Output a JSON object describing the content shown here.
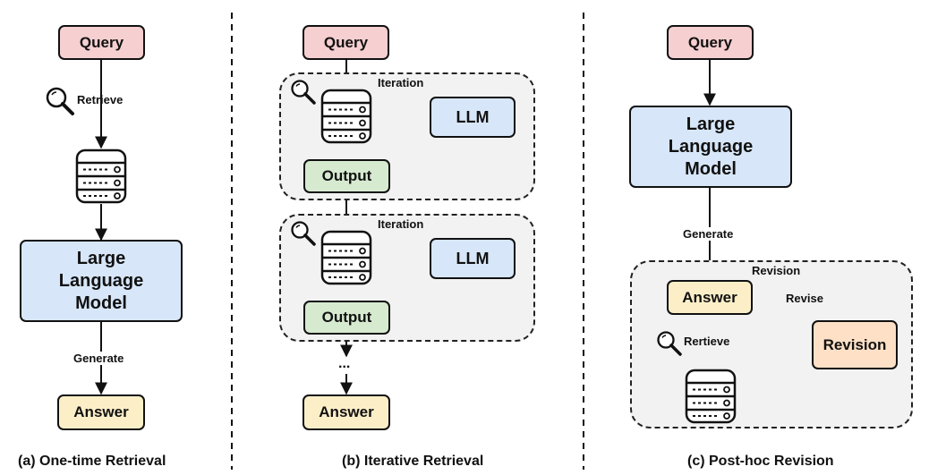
{
  "panel_a": {
    "query": "Query",
    "retrieve": "Retrieve",
    "llm": "Large Language Model",
    "generate": "Generate",
    "answer": "Answer",
    "caption": "(a) One-time Retrieval"
  },
  "panel_b": {
    "query": "Query",
    "iteration_1": "Iteration",
    "llm_1": "LLM",
    "output_1": "Output",
    "iteration_2": "Iteration",
    "llm_2": "LLM",
    "output_2": "Output",
    "ellipsis": "...",
    "answer": "Answer",
    "caption": "(b) Iterative Retrieval"
  },
  "panel_c": {
    "query": "Query",
    "llm": "Large Language Model",
    "generate": "Generate",
    "revision_group": "Revision",
    "answer": "Answer",
    "revise": "Revise",
    "rertieve": "Rertieve",
    "revision": "Revision",
    "caption": "(c) Post-hoc Revision"
  },
  "colors": {
    "query": "#f6cfd0",
    "llm": "#d7e6f8",
    "output": "#d6ead0",
    "answer": "#fcefc8",
    "revision": "#fde0c6",
    "group_fill": "#f2f2f2"
  }
}
